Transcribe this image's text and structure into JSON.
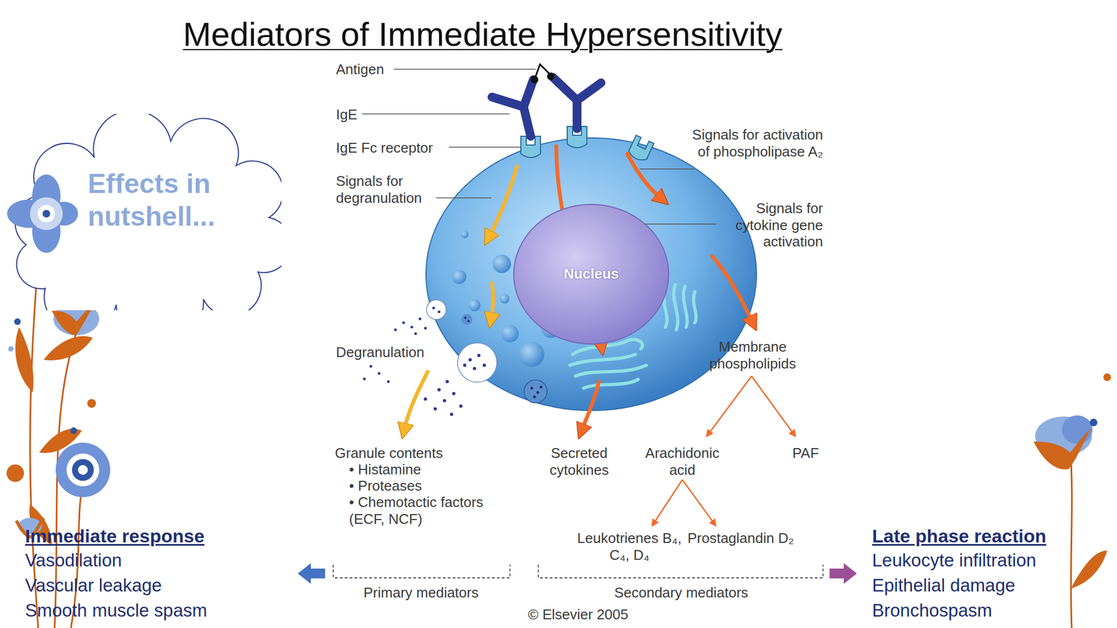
{
  "diagram": {
    "title": "Mediators of Immediate Hypersensitivity",
    "nodes": [
      {
        "text": [
          "Effects in nutshell..."
        ]
      },
      {
        "text": [
          "Nucleus"
        ]
      }
    ],
    "labels": [
      "Antigen",
      "IgE",
      "IgE Fc receptor",
      "Signals for degranulation",
      "Signals for activation of phospholipase A₂",
      "Signals for cytokine gene activation",
      "Degranulation",
      "Membrane phospholipids",
      "Granule contents",
      "• Histamine",
      "• Proteases",
      "• Chemotactic factors (ECF, NCF)",
      "Secreted cytokines",
      "Arachidonic acid",
      "PAF",
      "Leukotrienes B₄, C₄, D₄",
      "Prostaglandin D₂",
      "Primary mediators",
      "Secondary mediators",
      "© Elsevier 2005",
      "Immediate response",
      "Vasodilation",
      "Vascular leakage",
      "Smooth muscle spasm",
      "Late phase reaction",
      "Leukocyte infiltration",
      "Epithelial damage",
      "Bronchospasm"
    ]
  }
}
